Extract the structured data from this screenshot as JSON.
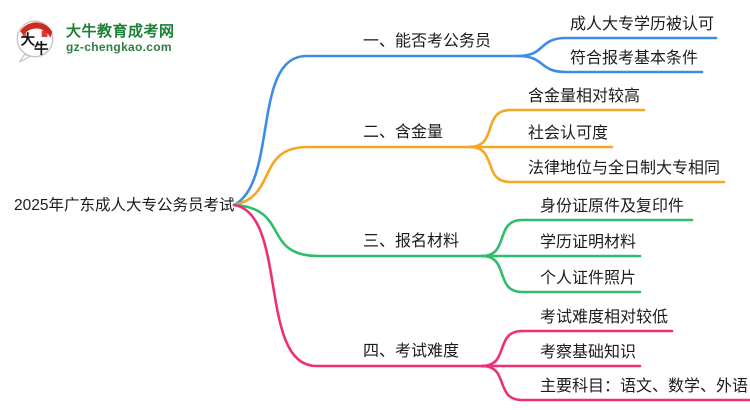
{
  "logo": {
    "title": "大牛教育成考网",
    "domain": "gz-chengkao.com",
    "title_color": "#1e8038",
    "domain_color": "#2e7d43",
    "icon_char_1": "大",
    "icon_char_2": "牛",
    "seal_red": "#cf2a20"
  },
  "root": {
    "label": "2025年广东成人大专公务员考试"
  },
  "branches": [
    {
      "label": "一、能否考公务员",
      "color": "#3d8de5",
      "children": [
        "成人大专学历被认可",
        "符合报考基本条件"
      ]
    },
    {
      "label": "二、含金量",
      "color": "#f5a623",
      "children": [
        "含金量相对较高",
        "社会认可度",
        "法律地位与全日制大专相同"
      ]
    },
    {
      "label": "三、报名材料",
      "color": "#2ebd6b",
      "children": [
        "身份证原件及复印件",
        "学历证明材料",
        "个人证件照片"
      ]
    },
    {
      "label": "四、考试难度",
      "color": "#ee2f77",
      "children": [
        "考试难度相对较低",
        "考察基础知识",
        "主要科目：语文、数学、外语"
      ]
    }
  ]
}
